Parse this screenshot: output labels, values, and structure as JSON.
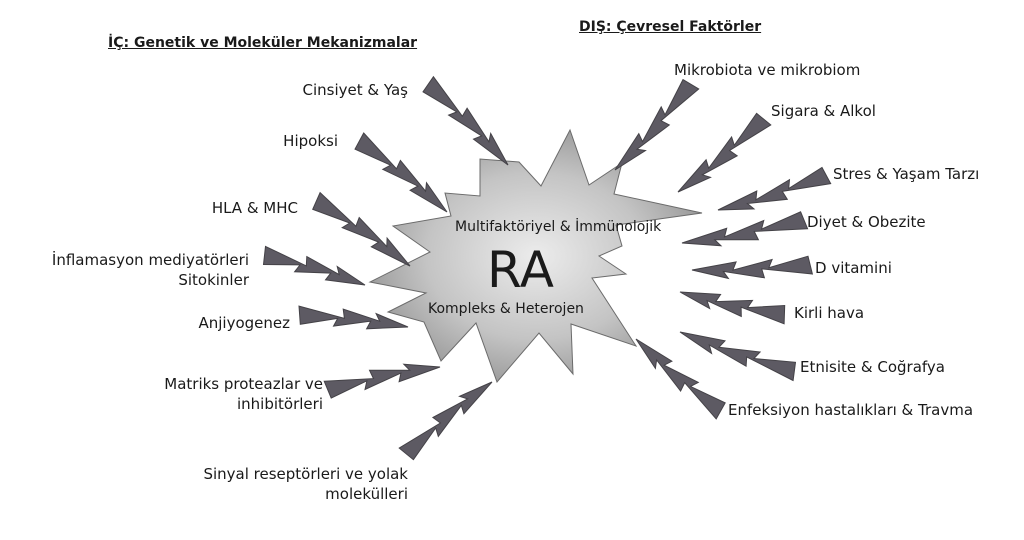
{
  "headers": {
    "internal": "İÇ: Genetik ve Moleküler Mekanizmalar",
    "external": "DIŞ: Çevresel Faktörler"
  },
  "center": {
    "title": "RA",
    "top_text": "Multifaktöriyel & İmmünolojik",
    "bottom_text": "Kompleks & Heterojen"
  },
  "internal_factors": [
    {
      "text": "Cinsiyet & Yaş"
    },
    {
      "text": "Hipoksi"
    },
    {
      "text": "HLA & MHC"
    },
    {
      "text": "İnflamasyon mediyatörleri\nSitokinler"
    },
    {
      "text": "Anjiyogenez"
    },
    {
      "text": "Matriks proteazlar ve\ninhibitörleri"
    },
    {
      "text": "Sinyal reseptörleri ve yolak\nmolekülleri"
    }
  ],
  "external_factors": [
    {
      "text": "Mikrobiota ve mikrobiom"
    },
    {
      "text": "Sigara & Alkol"
    },
    {
      "text": "Stres & Yaşam Tarzı"
    },
    {
      "text": "Diyet & Obezite"
    },
    {
      "text": "D vitamini"
    },
    {
      "text": "Kirli hava"
    },
    {
      "text": "Etnisite & Coğrafya"
    },
    {
      "text": "Enfeksiyon hastalıkları & Travma"
    }
  ],
  "colors": {
    "bolt_fill": "#5d5a63",
    "bolt_stroke": "#444247",
    "star_light": "#ececec",
    "star_dark": "#8a8a8a",
    "star_stroke": "#6b6b6b"
  }
}
